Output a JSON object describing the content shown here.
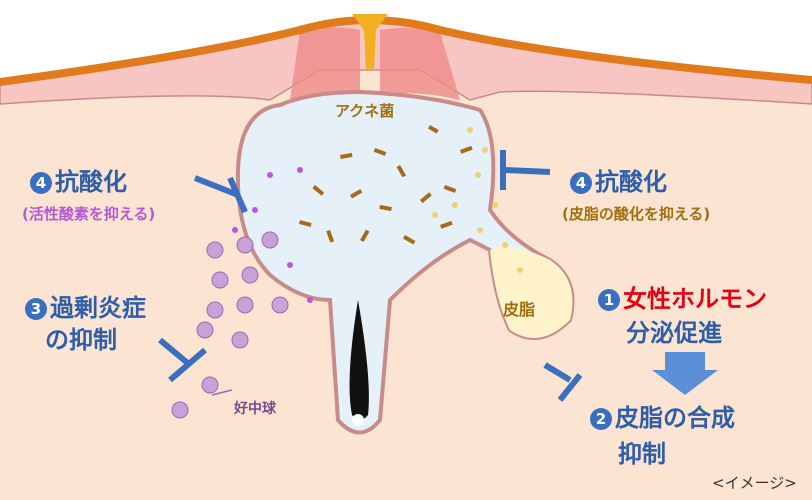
{
  "labels": {
    "acne_bacteria": "アクネ菌",
    "sebum": "皮脂",
    "neutrophil": "好中球",
    "image_note": "<イメージ>"
  },
  "steps": {
    "antioxidant_left": {
      "num": "4",
      "title": "抗酸化",
      "sub": "(活性酸素を抑える)"
    },
    "antioxidant_right": {
      "num": "4",
      "title": "抗酸化",
      "sub": "(皮脂の酸化を抑える)"
    },
    "inflammation": {
      "num": "3",
      "line1": "過剰炎症",
      "line2": "の抑制"
    },
    "hormone": {
      "num": "1",
      "line1": "女性ホルモン",
      "line2": "分泌促進"
    },
    "sebum_synthesis": {
      "num": "2",
      "line1": "皮脂の合成",
      "line2": "抑制"
    }
  },
  "colors": {
    "accent_blue": "#3a6fc0",
    "red": "#e60012",
    "purple": "#b45ad6",
    "brown": "#a07010"
  }
}
